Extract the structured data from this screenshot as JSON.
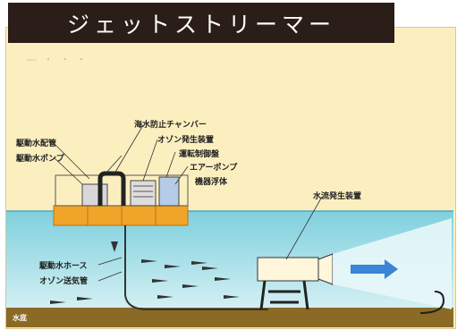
{
  "title": "ジェットストリーマー",
  "labels": {
    "anti_seawater_chamber": "海水防止チャンバー",
    "ozone_generator": "オゾン発生装置",
    "operation_control": "運転制御盤",
    "air_pump": "エアーポンプ",
    "equipment_float": "機器浮体",
    "drive_water_pipe": "駆動水配管",
    "drive_water_pump": "駆動水ポンプ",
    "flow_generator": "水流発生装置",
    "drive_water_hose": "駆動水ホース",
    "ozone_air_pipe": "オゾン送気管",
    "seabed": "水底"
  },
  "faint_text": "― ・ ・ ・",
  "colors": {
    "title_bg": "#2b1d17",
    "sky": "#fbefc0",
    "water_top": "#6ec7d8",
    "water": "#bfe7ee",
    "seabed": "#8b6a26",
    "float": "#f0a428"
  }
}
